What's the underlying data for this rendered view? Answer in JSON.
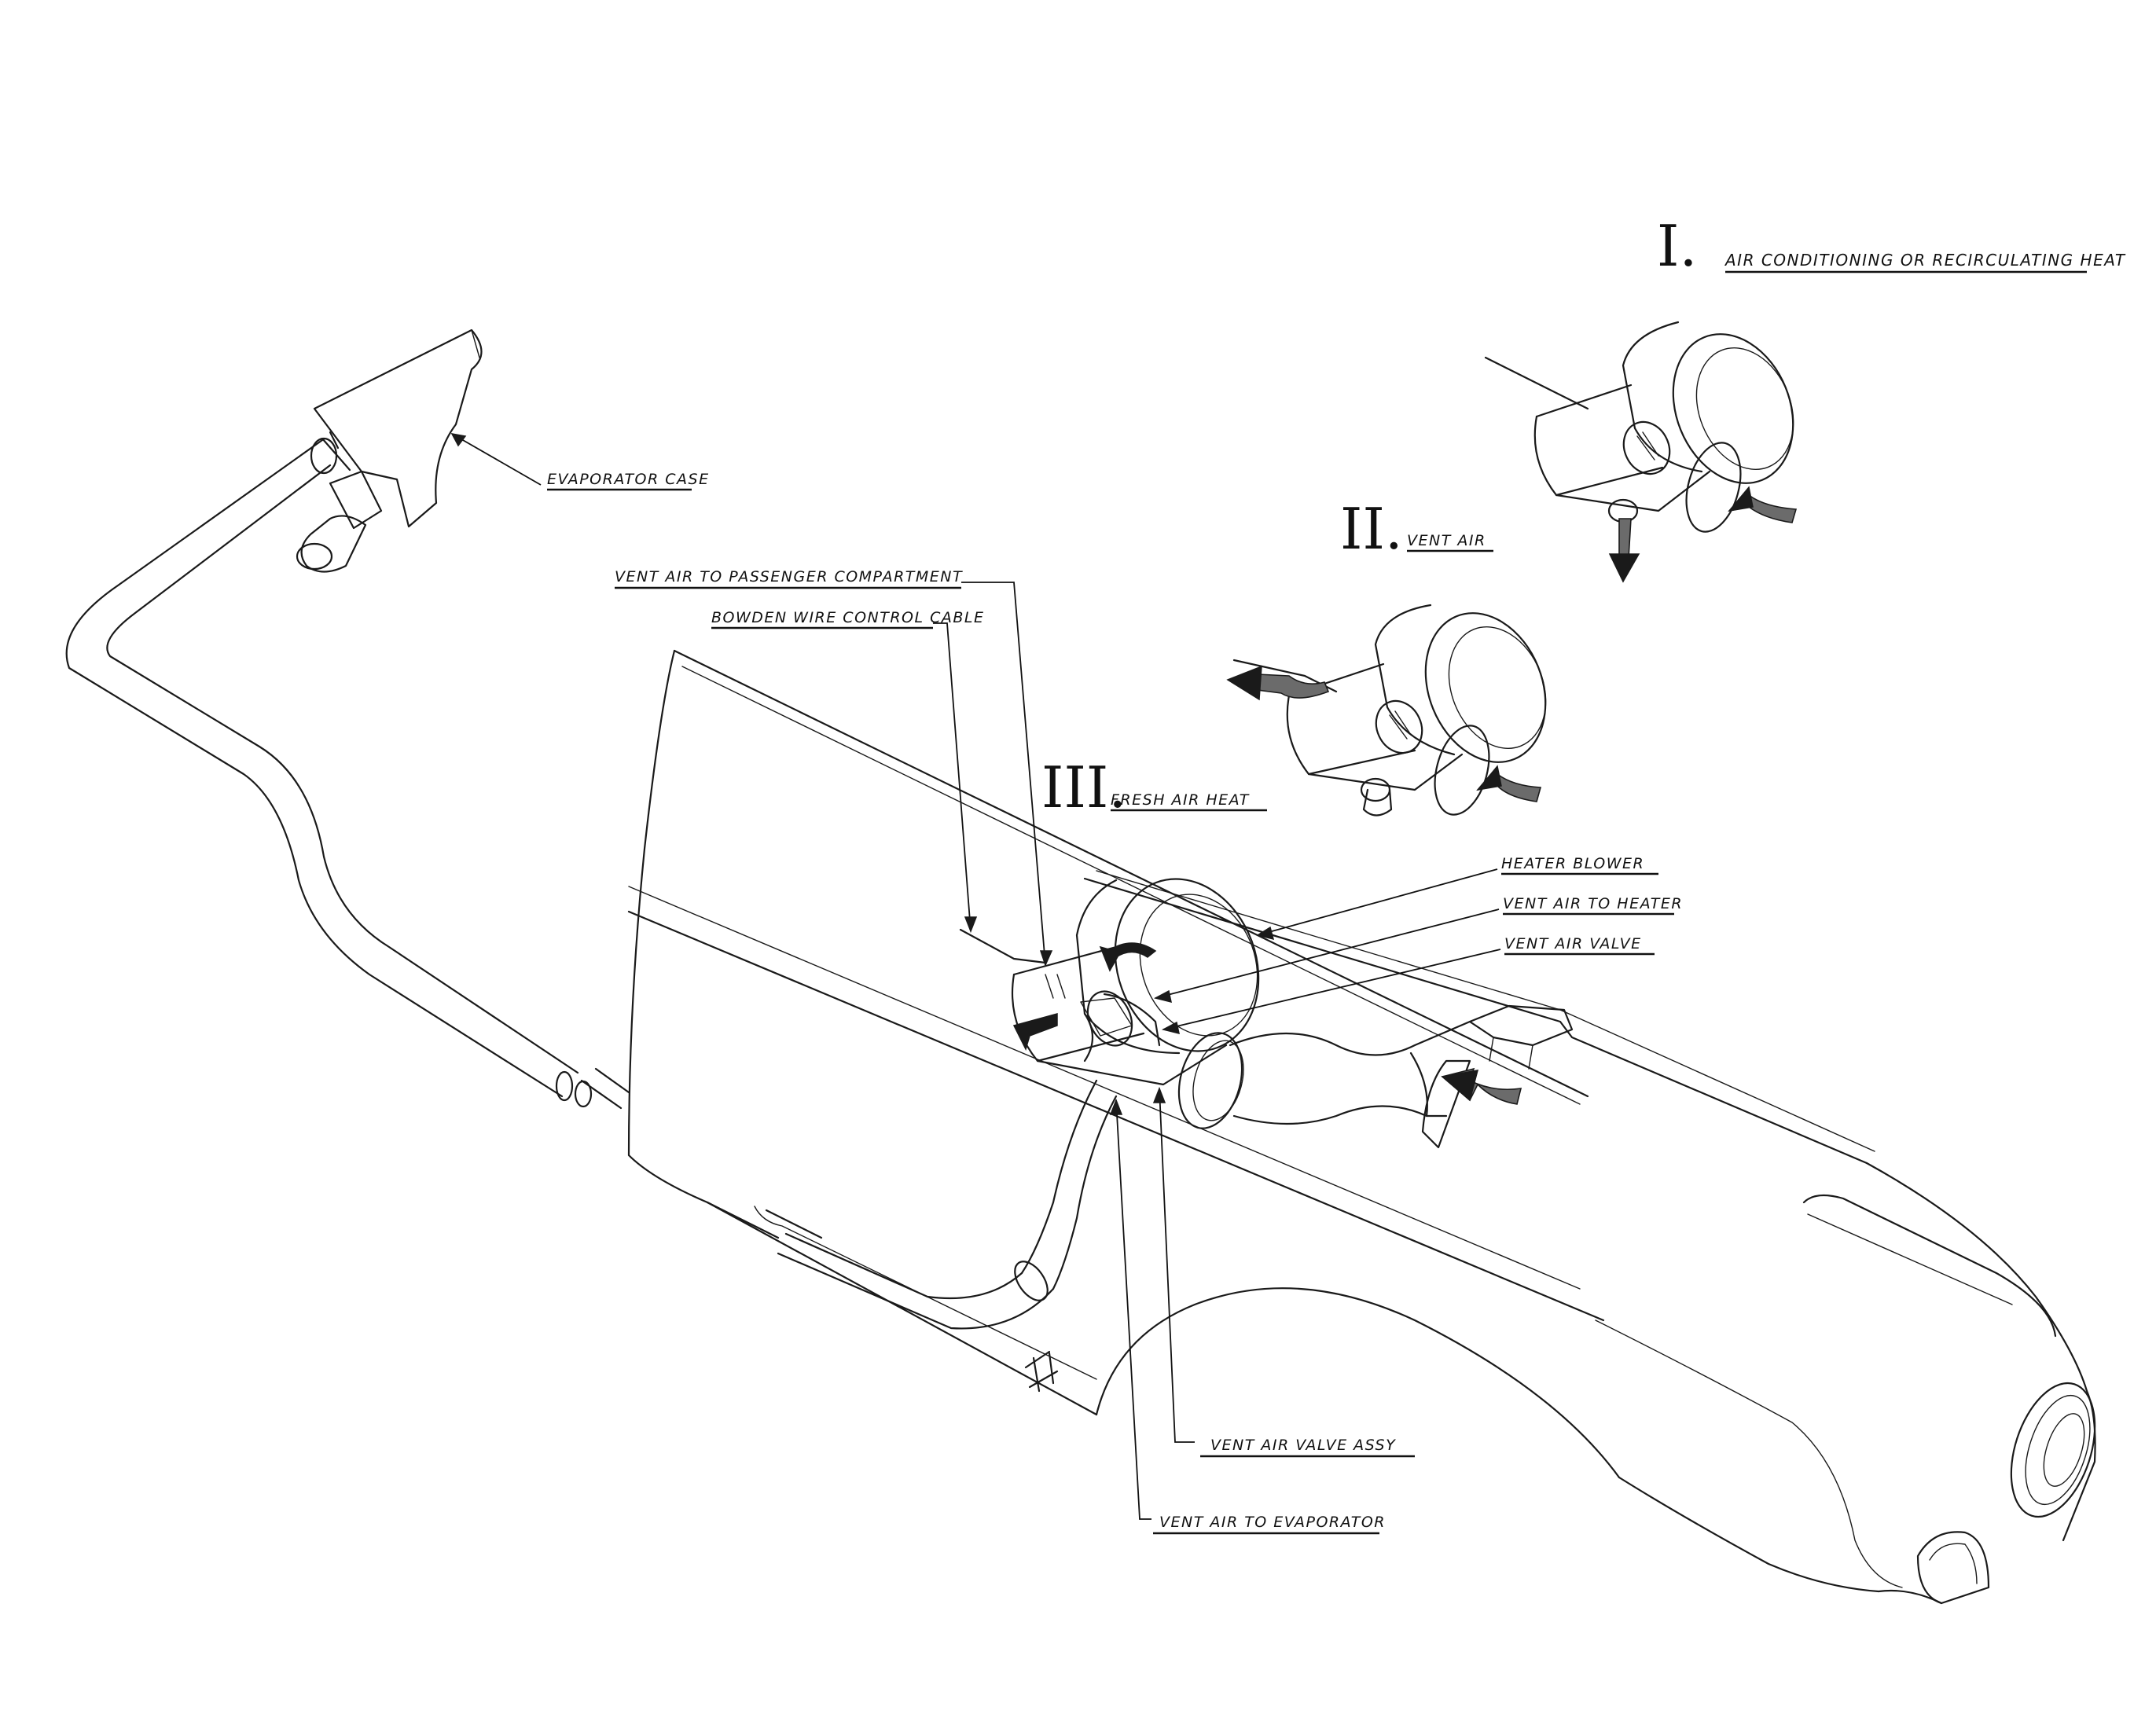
{
  "labels": {
    "evaporator_case": "EVAPORATOR CASE",
    "vent_to_passenger": "VENT AIR TO PASSENGER COMPARTMENT",
    "bowden_cable": "BOWDEN WIRE CONTROL CABLE",
    "heater_blower": "HEATER BLOWER",
    "vent_to_heater": "VENT AIR TO HEATER",
    "vent_air_valve": "VENT AIR VALVE",
    "vent_valve_assy": "VENT AIR VALVE ASSY",
    "vent_to_evaporator": "VENT AIR TO EVAPORATOR"
  },
  "modes": [
    {
      "numeral": "I.",
      "label": "AIR CONDITIONING OR RECIRCULATING HEAT"
    },
    {
      "numeral": "II.",
      "label": "VENT AIR"
    },
    {
      "numeral": "III.",
      "label": "FRESH AIR HEAT"
    }
  ]
}
